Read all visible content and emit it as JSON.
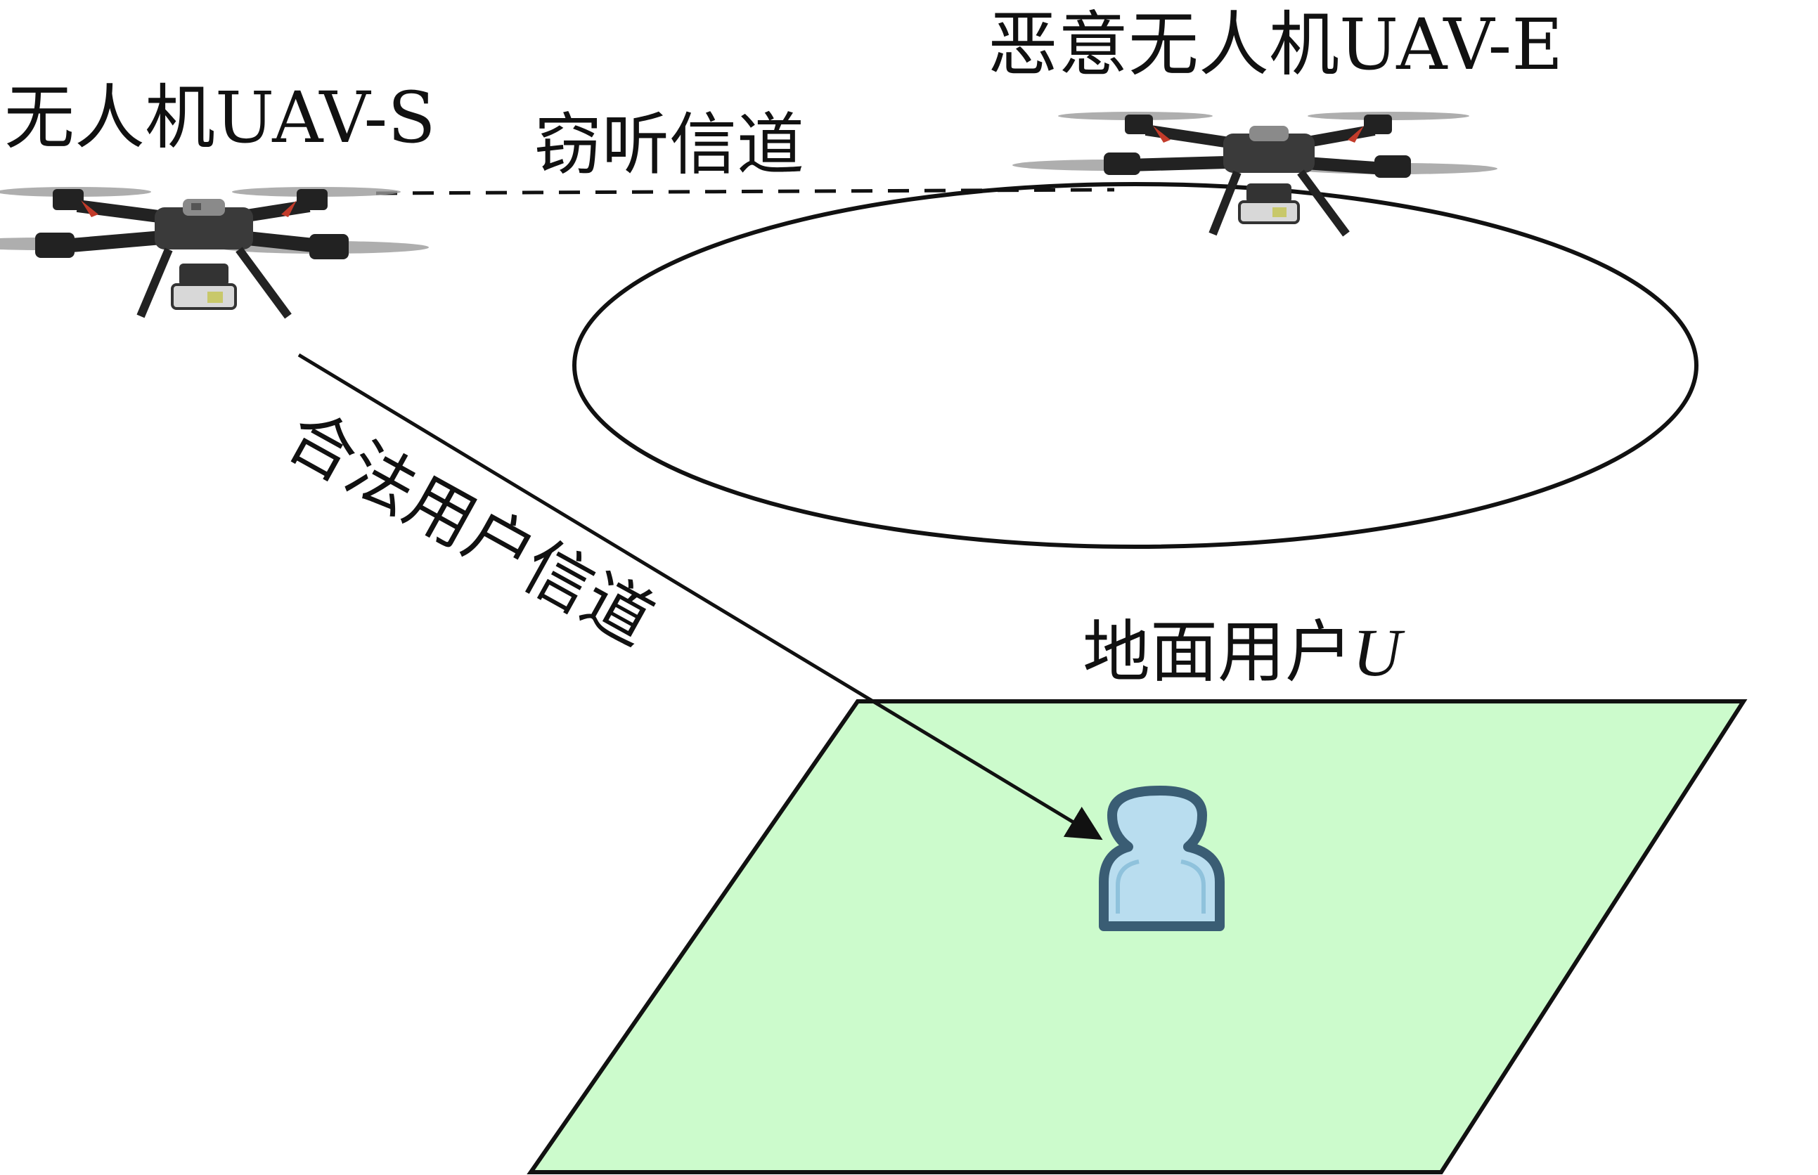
{
  "labels": {
    "uav_s": "无人机UAV-S",
    "uav_e": "恶意无人机UAV-E",
    "eavesdrop_channel": "窃听信道",
    "legit_channel": "合法用户信道",
    "ground_user_prefix": "地面用户",
    "ground_user_var": "U"
  },
  "colors": {
    "ground_fill": "#ccfbcc",
    "stroke": "#111111",
    "user_icon_fill": "#b9ddef",
    "user_icon_border": "#3a5d74"
  },
  "icons": {
    "uav_s": "drone-icon",
    "uav_e": "drone-icon",
    "ground_user": "user-icon"
  }
}
